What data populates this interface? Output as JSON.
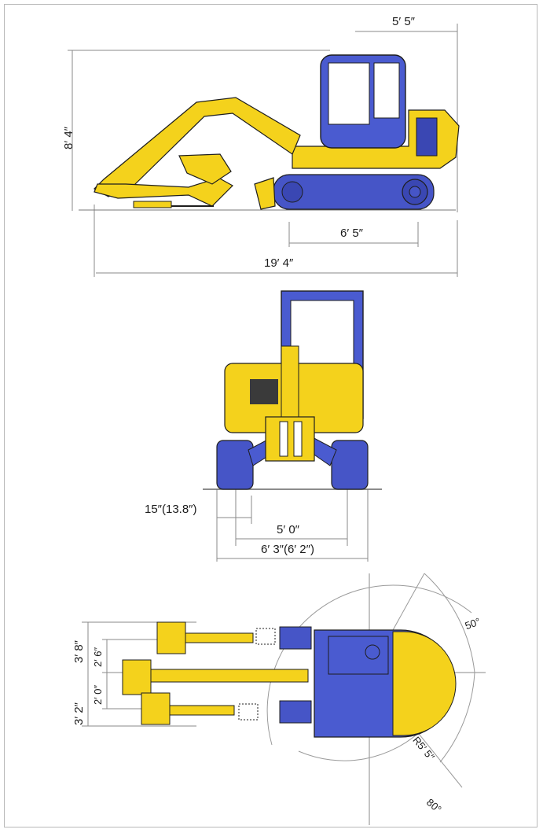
{
  "colors": {
    "body_yellow": "#f4d21c",
    "cab_blue": "#4a5bd0",
    "track_blue": "#4655c7",
    "outline": "#1e1e1e",
    "dim_line": "#8a8a8a"
  },
  "side_view": {
    "dim_cab_width": "5′ 5″",
    "dim_height": "8′ 4″",
    "dim_track_length": "6′ 5″",
    "dim_overall_length": "19′ 4″"
  },
  "front_view": {
    "dim_shoe_width": "15″(13.8″)",
    "dim_track_gauge": "5′ 0″",
    "dim_overall_width": "6′ 3″(6′ 2″)"
  },
  "top_view": {
    "dim_offset_left_outer": "3′ 8″",
    "dim_offset_left_inner": "2′ 6″",
    "dim_offset_right_inner": "2′ 0″",
    "dim_offset_right_outer": "3′ 2″",
    "dim_swing_left_angle": "50°",
    "dim_swing_right_angle": "80°",
    "dim_tail_radius": "R5′ 5″"
  }
}
